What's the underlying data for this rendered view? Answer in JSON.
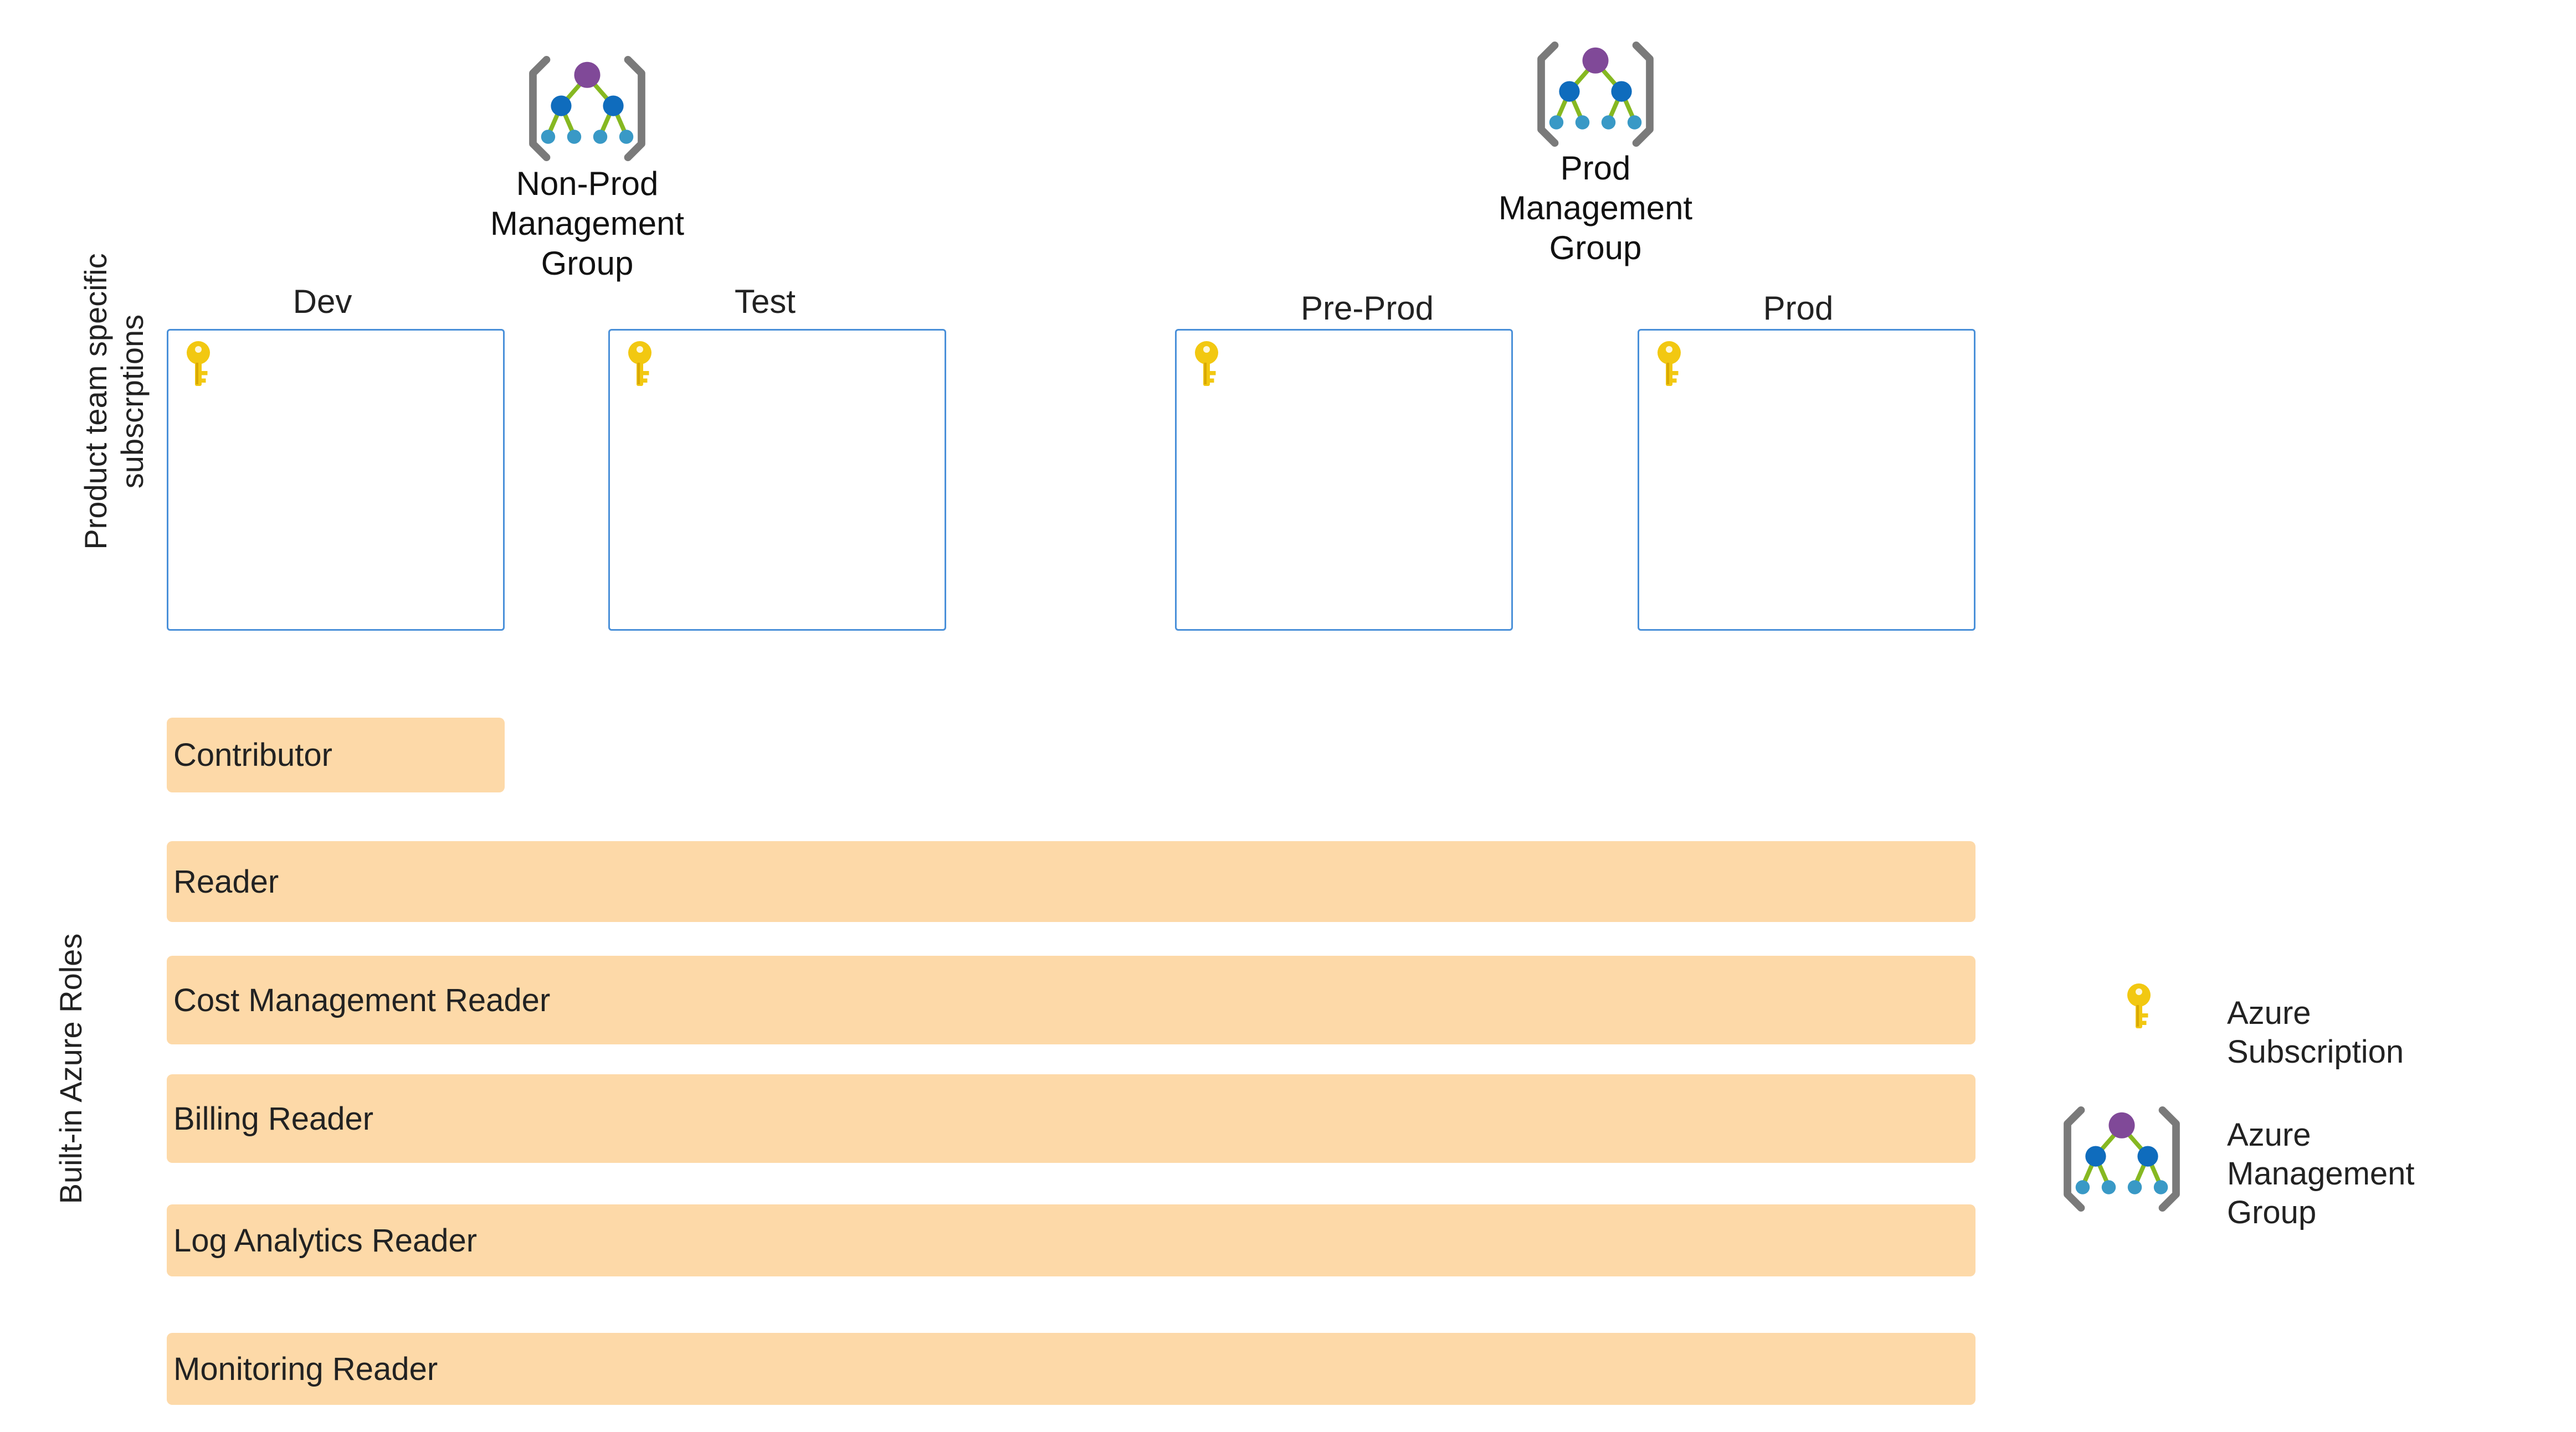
{
  "side_labels": {
    "subscriptions": "Product team specific\nsubscrptions",
    "roles": "Built-in Azure Roles"
  },
  "management_groups": {
    "nonprod": {
      "title_lines": [
        "Non-Prod",
        "Management",
        "Group"
      ],
      "icon": "management-group-icon"
    },
    "prod": {
      "title_lines": [
        "Prod",
        "Management",
        "Group"
      ],
      "icon": "management-group-icon"
    }
  },
  "subscriptions": [
    {
      "label": "Dev",
      "icon": "key-icon"
    },
    {
      "label": "Test",
      "icon": "key-icon"
    },
    {
      "label": "Pre-Prod",
      "icon": "key-icon"
    },
    {
      "label": "Prod",
      "icon": "key-icon"
    }
  ],
  "roles": [
    {
      "label": "Contributor"
    },
    {
      "label": "Reader"
    },
    {
      "label": "Cost Management Reader"
    },
    {
      "label": "Billing Reader"
    },
    {
      "label": "Log Analytics Reader"
    },
    {
      "label": "Monitoring Reader"
    }
  ],
  "legend": {
    "subscription_label": "Azure Subscription",
    "management_group_lines": [
      "Azure Management",
      "Group"
    ]
  },
  "colors": {
    "role_fill": "#fdd9a8",
    "subscription_border": "#4a90d9",
    "key_gold": "#f2c811",
    "mg_bracket": "#7a7a7a",
    "mg_root": "#804998",
    "mg_mid": "#0f6cbd",
    "mg_leaf": "#3999c6",
    "mg_link": "#86b821"
  }
}
